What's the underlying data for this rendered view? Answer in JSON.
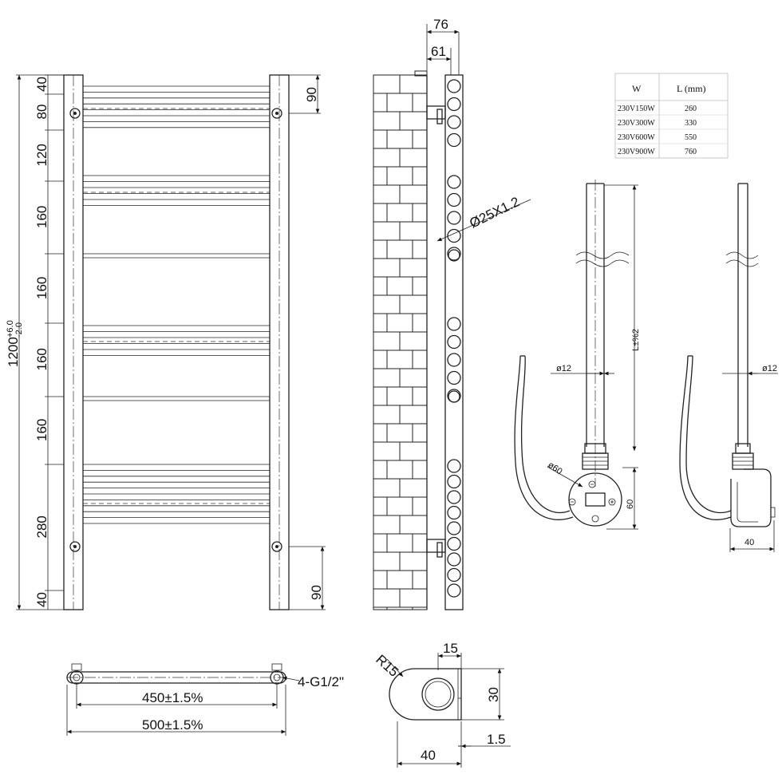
{
  "front": {
    "height": "1200",
    "height_tol_upper": "+6.0",
    "height_tol_lower": "-2.0",
    "spacings": [
      "40",
      "80",
      "120",
      "160",
      "160",
      "160",
      "160",
      "280",
      "40"
    ],
    "bracket_offset_top": "90",
    "bracket_offset_bottom": "90"
  },
  "side": {
    "depth_overall": "76",
    "depth_center": "61",
    "tube": "Ø25X1.2"
  },
  "table": {
    "headers": [
      "W",
      "L (mm)"
    ],
    "rows": [
      [
        "230V150W",
        "260"
      ],
      [
        "230V300W",
        "330"
      ],
      [
        "230V600W",
        "550"
      ],
      [
        "230V900W",
        "760"
      ]
    ]
  },
  "heater": {
    "length_tol": "L±%2",
    "rod_diameter": "ø12",
    "dial_diameter": "ø60",
    "dial_height": "60",
    "box_depth": "40"
  },
  "top": {
    "thread": "4-G1/2\"",
    "center_distance": "450±1.5%",
    "overall_width": "500±1.5%"
  },
  "section": {
    "radius": "R15",
    "offset": "15",
    "height": "30",
    "thickness": "1.5",
    "width": "40"
  }
}
